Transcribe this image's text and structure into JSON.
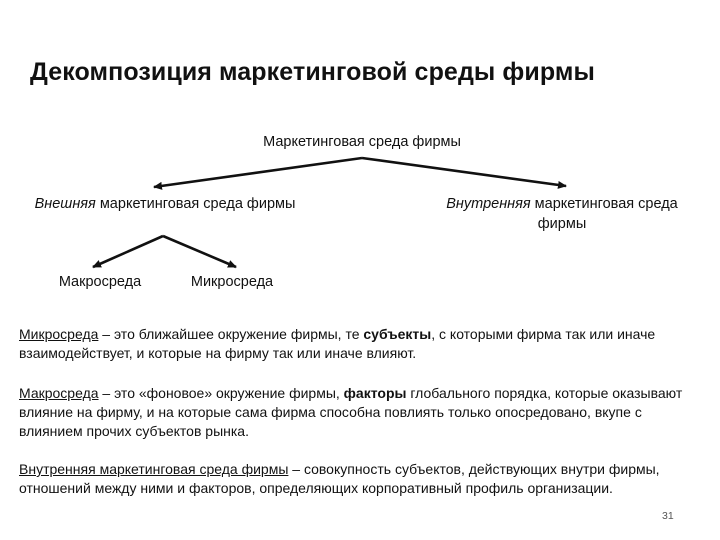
{
  "title": "Декомпозиция маркетинговой среды фирмы",
  "diagram": {
    "root": "Маркетинговая среда фирмы",
    "external": {
      "term": "Внешняя",
      "rest": " маркетинговая среда фирмы"
    },
    "internal": {
      "term": "Внутренняя",
      "rest": " маркетинговая среда фирмы"
    },
    "macro": "Макросреда",
    "micro": "Микросреда"
  },
  "definitions": {
    "micro": {
      "term": "Микросреда",
      "t1": " – это ближайшее окружение фирмы, те ",
      "bold": "субъекты",
      "t2": ", с которыми фирма так или иначе взаимодействует, и которые на фирму так или иначе влияют."
    },
    "macro": {
      "term": "Макросреда",
      "t1": " – это «фоновое» окружение фирмы, ",
      "bold": "факторы",
      "t2": " глобального порядка, которые оказывают влияние на фирму, и на которые сама фирма способна повлиять только опосредовано, вкупе с влиянием прочих субъектов рынка."
    },
    "internal": {
      "term": "Внутренняя маркетинговая среда фирмы",
      "t1": " – совокупность субъектов, действующих внутри фирмы, отношений между ними и факторов, определяющих корпоративный профиль организации."
    }
  },
  "page_number": "31"
}
